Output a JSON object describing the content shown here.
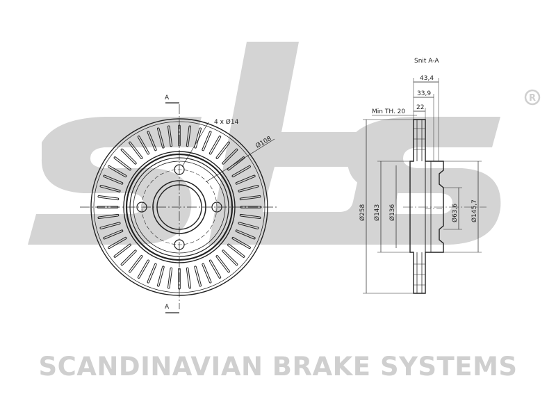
{
  "brand": {
    "name": "SCANDINAVIAN BRAKE SYSTEMS",
    "registered_mark": "R",
    "logo_color": "#d4d4d4"
  },
  "front_view": {
    "section_mark_top": "A",
    "section_mark_bottom": "A",
    "bolt_holes": "4 x Ø14",
    "pitch_circle": "Ø108"
  },
  "section_view": {
    "title": "Snit A-A",
    "overall_thickness": "43,4",
    "hub_depth": "33,9",
    "disc_thickness": "22",
    "min_thickness": "Min TH. 20",
    "outer_diameter": "Ø258",
    "diameter_143": "Ø143",
    "diameter_136": "Ø136",
    "center_bore": "Ø63,6",
    "hub_diameter": "Ø145,7"
  }
}
